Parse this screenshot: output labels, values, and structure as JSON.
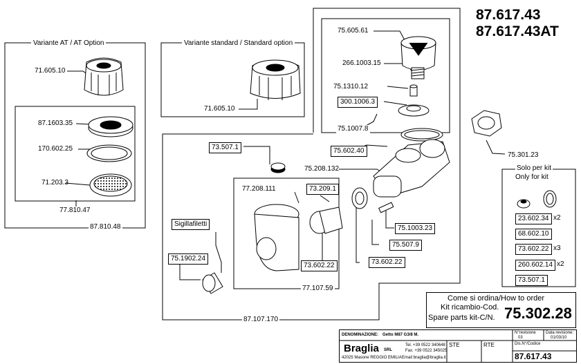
{
  "header": {
    "code_main": "87.617.43",
    "code_at": "87.617.43AT"
  },
  "groups": {
    "variant_at": "Variante AT / AT Option",
    "variant_std": "Variante standard / Standard option",
    "kit_title": "Solo per kit",
    "kit_title_en": "Only for kit"
  },
  "parts": {
    "p71605_at": "71.605.10",
    "p871603": "87.1603.35",
    "p170602": "170.602.25",
    "p71203": "71.203.3",
    "p77810": "77.810.47",
    "p87810": "87.810.48",
    "p71605_std": "71.605.10",
    "p75605": "75.605.61",
    "p266": "266.1003.15",
    "p751310": "75.1310.12",
    "p300": "300.1006.3",
    "p751007": "75.1007.8",
    "p75602": "75.602.40",
    "p75301": "75.301.23",
    "p73507a": "73.507.1",
    "p75208": "75.208.132",
    "p77208": "77.208.111",
    "p73209": "73.209.1",
    "p751003": "75.1003.23",
    "p75507": "75.507.9",
    "p73602a": "73.602.22",
    "p73602b": "73.602.22",
    "sigilla": "Sigillafiletti",
    "p751902": "75.1902.24",
    "p77107": "77.107.59",
    "p87107": "87.107.170"
  },
  "kit_items": [
    {
      "code": "23.602.34",
      "qty": "x2"
    },
    {
      "code": "68.602.10",
      "qty": ""
    },
    {
      "code": "73.602.22",
      "qty": "x3"
    },
    {
      "code": "260.602.14",
      "qty": "x2"
    },
    {
      "code": "73.507.1",
      "qty": ""
    }
  ],
  "order": {
    "line1": "Come si ordina/How to order",
    "line2": "Kit ricambio-Cod.",
    "line3": "Spare parts kit-C/N.",
    "code": "75.302.28"
  },
  "title_block": {
    "denominazione_label": "DENOMINAZIONE:",
    "denominazione": "Getto M87 G3/8 M.",
    "revision_label": "N°revisione",
    "revision": "03",
    "rev_date_label": "Data revisione:",
    "rev_date": "01/03/10",
    "brand": "Braglia",
    "brand_suffix": "SRL",
    "tel": "Tel. +39 0522 340648",
    "fax": "Fax. +39 0522 345025",
    "address": "42025 Masone REGGIO EMILIA",
    "email": "Email braglia@braglia.it",
    "ste": "STE",
    "rte": "RTE",
    "dis_label": "Dis.N°/Codice",
    "dis_code": "87.617.43"
  }
}
